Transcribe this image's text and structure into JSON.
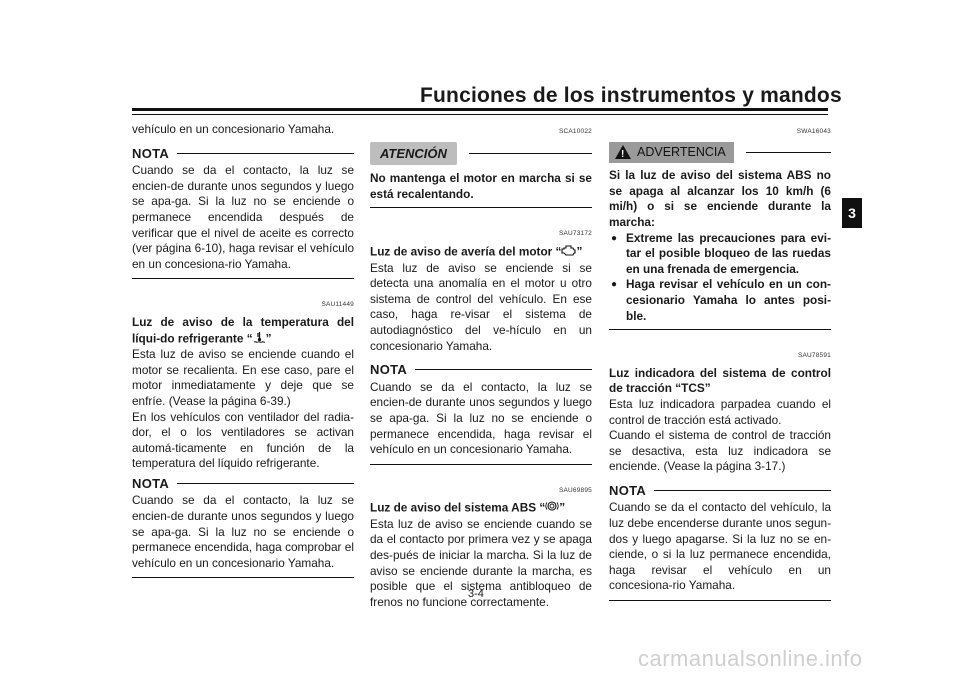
{
  "header": {
    "title": "Funciones de los instrumentos y mandos"
  },
  "chapter_tab": "3",
  "col1": {
    "intro": "vehículo en un concesionario Yamaha.",
    "note1": {
      "label": "NOTA",
      "text": "Cuando se da el contacto, la luz se encien-de durante unos segundos y luego se apa-ga. Si la luz no se enciende o permanece encendida después de verificar que el nivel de aceite es correcto (ver página 6-10), haga revisar el vehículo en un concesiona-rio Yamaha."
    },
    "code": "SAU11449",
    "heading_part1": "Luz de aviso de la temperatura del líqui-do refrigerante “",
    "heading_part2": "”",
    "body": "Esta luz de aviso se enciende cuando el motor se recalienta. En ese caso, pare el motor inmediatamente y deje que se enfríe. (Vease la página  6-39.)\nEn los vehículos con ventilador del radia-dor, el o los ventiladores se activan automá-ticamente en función de la temperatura del líquido refrigerante.",
    "note2": {
      "label": "NOTA",
      "text": "Cuando se da el contacto, la luz se encien-de durante unos segundos y luego se apa-ga. Si la luz no se enciende o permanece encendida, haga comprobar el vehículo en un concesionario Yamaha."
    }
  },
  "col2": {
    "caution_label": "ATENCIÓN",
    "caution_code": "SCA10022",
    "caution_text": "No mantenga el motor en marcha si se está recalentando.",
    "code1": "SAU73172",
    "heading1_part1": "Luz de aviso de avería del motor “",
    "heading1_part2": "”",
    "body1": "Esta luz de aviso se enciende si se detecta una anomalía en el motor u otro sistema de control del vehículo. En ese caso, haga re-visar el sistema de autodiagnóstico del ve-hículo en un concesionario Yamaha.",
    "note": {
      "label": "NOTA",
      "text": "Cuando se da el contacto, la luz se encien-de durante unos segundos y luego se apa-ga. Si la luz no se enciende o permanece encendida, haga revisar el vehículo en un concesionario Yamaha."
    },
    "code2": "SAU69895",
    "heading2_part1": "Luz de aviso del sistema ABS “",
    "heading2_part2": "”",
    "body2": "Esta luz de aviso se enciende cuando se da el contacto por primera vez y se apaga des-pués de iniciar la marcha. Si la luz de aviso se enciende durante la marcha, es posible que el sistema antibloqueo de frenos no funcione correctamente."
  },
  "col3": {
    "warning_label": "ADVERTENCIA",
    "warning_code": "SWA16043",
    "warning_text": "Si la luz de aviso del sistema ABS no se apaga al alcanzar los 10 km/h (6 mi/h) o si se enciende durante la marcha:",
    "bullets": [
      "Extreme las precauciones para evi-tar el posible bloqueo de las ruedas en una frenada de emergencia.",
      "Haga revisar el vehículo en un con-cesionario Yamaha lo antes posi-ble."
    ],
    "code": "SAU78591",
    "heading": "Luz indicadora del sistema de control de tracción “TCS”",
    "body": "Esta luz indicadora parpadea cuando el control de tracción está activado.\nCuando el sistema de control de tracción se desactiva, esta luz indicadora se enciende. (Vease la página  3-17.)",
    "note": {
      "label": "NOTA",
      "text": "Cuando se da el contacto del vehículo, la luz debe encenderse durante unos segun-dos y luego apagarse. Si la luz no se en-ciende, o si la luz permanece encendida, haga revisar el vehículo en un concesiona-rio Yamaha."
    }
  },
  "footer": {
    "page": "3-4",
    "watermark": "carmanualsonline.info"
  },
  "icons": [
    "coolant-temperature-icon",
    "engine-check-icon",
    "abs-icon",
    "warning-triangle-icon"
  ]
}
